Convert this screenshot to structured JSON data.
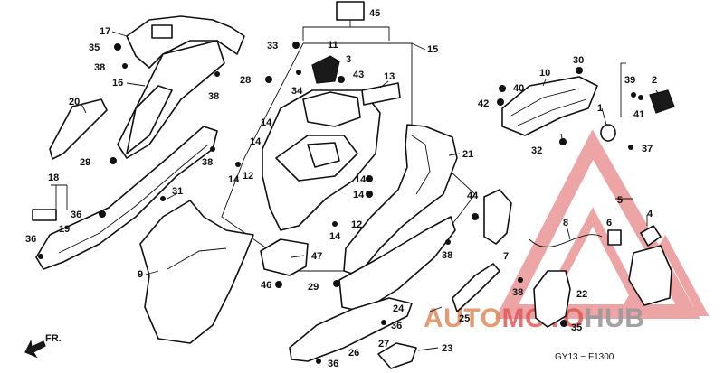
{
  "diagram": {
    "code": "GY13 − F1300",
    "direction_label": "FR.",
    "callouts": [
      {
        "id": "c1",
        "text": "1"
      },
      {
        "id": "c2",
        "text": "2"
      },
      {
        "id": "c3",
        "text": "3"
      },
      {
        "id": "c4",
        "text": "4"
      },
      {
        "id": "c5",
        "text": "5"
      },
      {
        "id": "c6",
        "text": "6"
      },
      {
        "id": "c7",
        "text": "7"
      },
      {
        "id": "c8",
        "text": "8"
      },
      {
        "id": "c9",
        "text": "9"
      },
      {
        "id": "c10",
        "text": "10"
      },
      {
        "id": "c11",
        "text": "11"
      },
      {
        "id": "c12a",
        "text": "12"
      },
      {
        "id": "c12b",
        "text": "12"
      },
      {
        "id": "c13",
        "text": "13"
      },
      {
        "id": "c14a",
        "text": "14"
      },
      {
        "id": "c14b",
        "text": "14"
      },
      {
        "id": "c14c",
        "text": "14"
      },
      {
        "id": "c14d",
        "text": "14"
      },
      {
        "id": "c14e",
        "text": "14"
      },
      {
        "id": "c14f",
        "text": "14"
      },
      {
        "id": "c15",
        "text": "15"
      },
      {
        "id": "c16",
        "text": "16"
      },
      {
        "id": "c17",
        "text": "17"
      },
      {
        "id": "c18",
        "text": "18"
      },
      {
        "id": "c19",
        "text": "19"
      },
      {
        "id": "c20",
        "text": "20"
      },
      {
        "id": "c21",
        "text": "21"
      },
      {
        "id": "c22",
        "text": "22"
      },
      {
        "id": "c23",
        "text": "23"
      },
      {
        "id": "c24",
        "text": "24"
      },
      {
        "id": "c25",
        "text": "25"
      },
      {
        "id": "c26",
        "text": "26"
      },
      {
        "id": "c27",
        "text": "27"
      },
      {
        "id": "c28",
        "text": "28"
      },
      {
        "id": "c29a",
        "text": "29"
      },
      {
        "id": "c29b",
        "text": "29"
      },
      {
        "id": "c30",
        "text": "30"
      },
      {
        "id": "c31",
        "text": "31"
      },
      {
        "id": "c32",
        "text": "32"
      },
      {
        "id": "c33",
        "text": "33"
      },
      {
        "id": "c34",
        "text": "34"
      },
      {
        "id": "c35a",
        "text": "35"
      },
      {
        "id": "c35b",
        "text": "35"
      },
      {
        "id": "c36a",
        "text": "36"
      },
      {
        "id": "c36b",
        "text": "36"
      },
      {
        "id": "c36c",
        "text": "36"
      },
      {
        "id": "c36d",
        "text": "36"
      },
      {
        "id": "c37",
        "text": "37"
      },
      {
        "id": "c38a",
        "text": "38"
      },
      {
        "id": "c38b",
        "text": "38"
      },
      {
        "id": "c38c",
        "text": "38"
      },
      {
        "id": "c38d",
        "text": "38"
      },
      {
        "id": "c38e",
        "text": "38"
      },
      {
        "id": "c39",
        "text": "39"
      },
      {
        "id": "c40",
        "text": "40"
      },
      {
        "id": "c41",
        "text": "41"
      },
      {
        "id": "c42",
        "text": "42"
      },
      {
        "id": "c43",
        "text": "43"
      },
      {
        "id": "c44",
        "text": "44"
      },
      {
        "id": "c45",
        "text": "45"
      },
      {
        "id": "c46",
        "text": "46"
      },
      {
        "id": "c47",
        "text": "47"
      }
    ]
  },
  "watermark": {
    "part1": "AUTO",
    "part2": "MOTO",
    "part3": "HUB",
    "color_red": "#e05a5a",
    "color_gray": "#a8a8a8"
  }
}
